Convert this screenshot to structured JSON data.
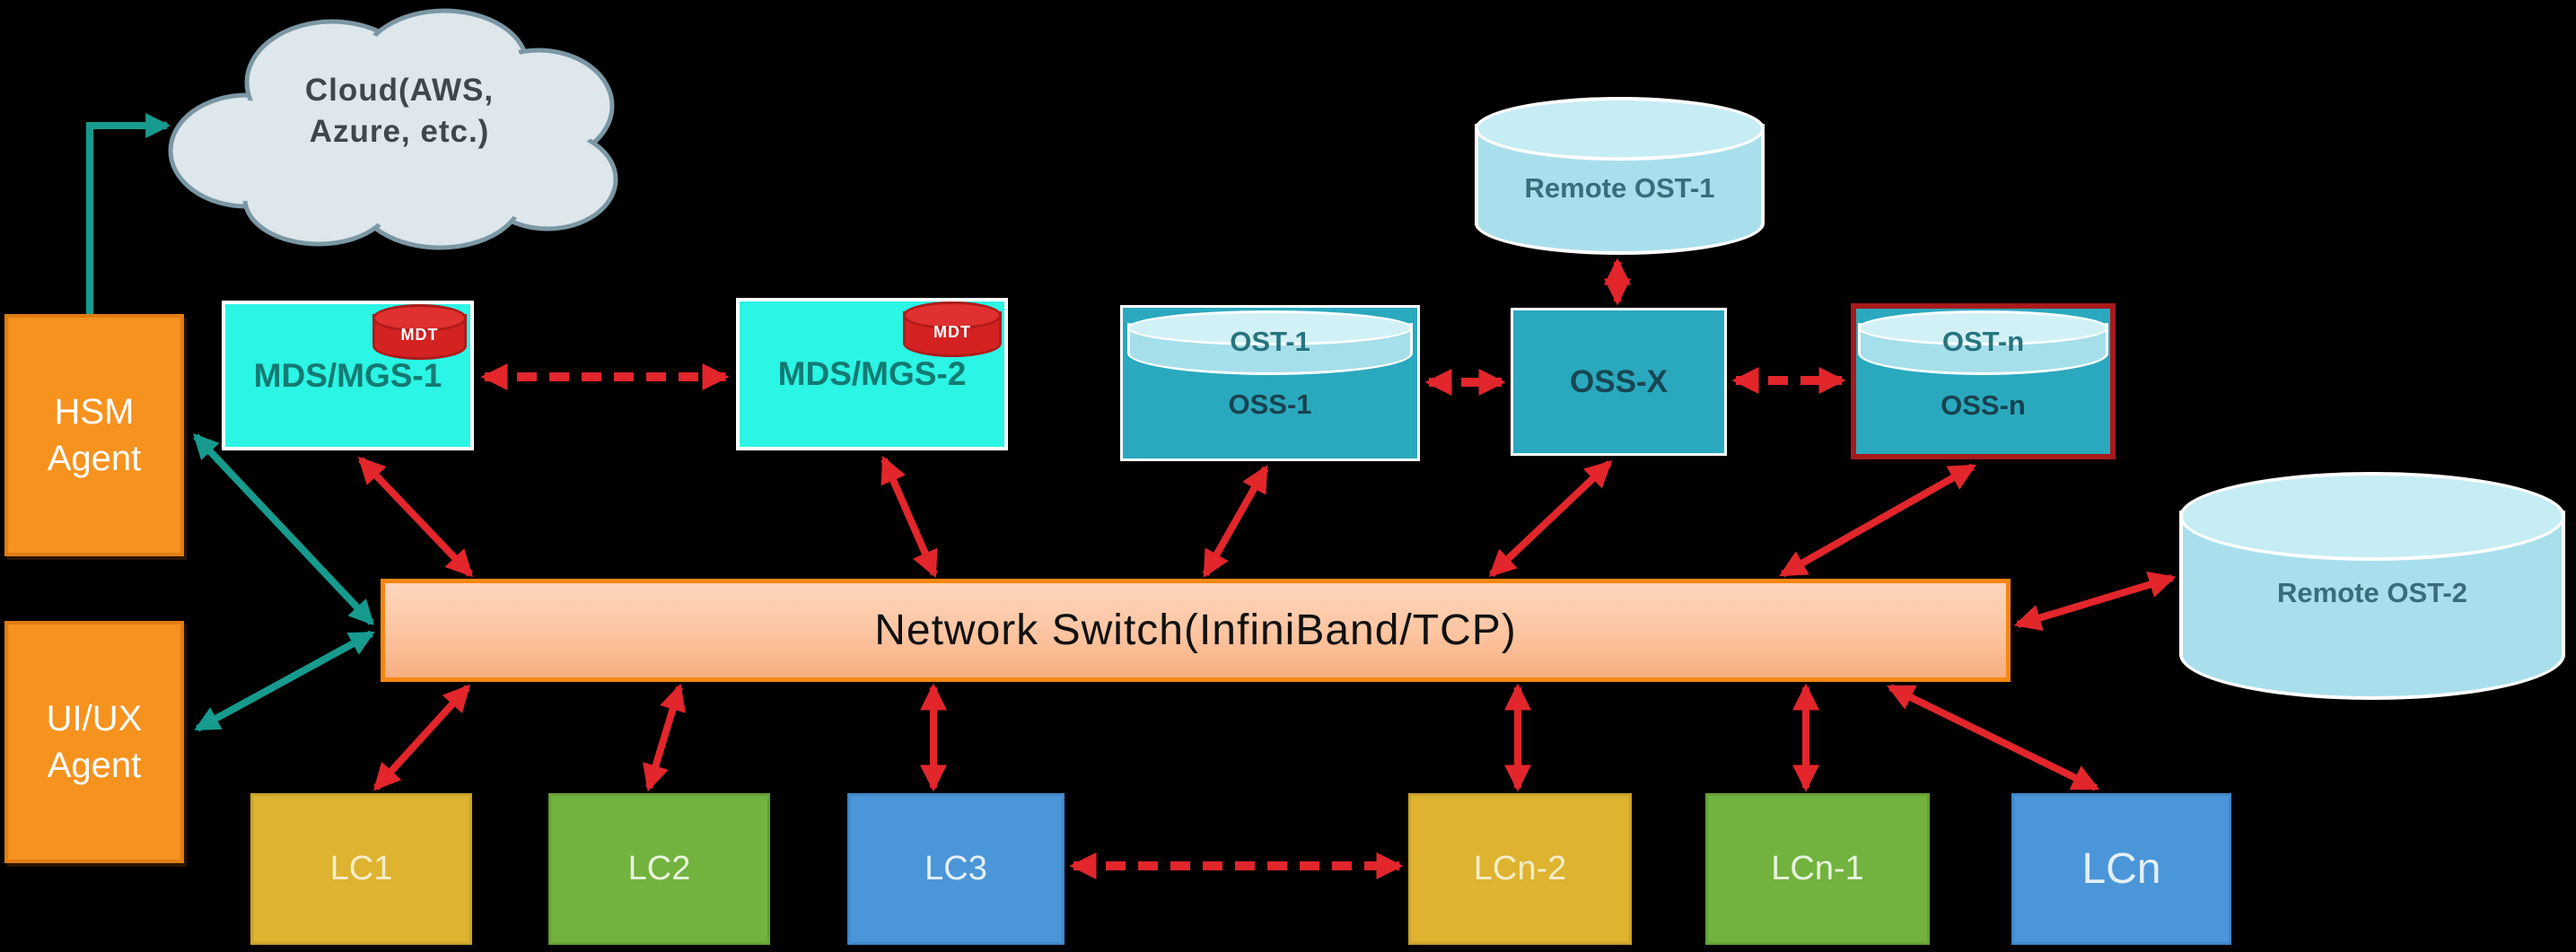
{
  "nodes": {
    "cloud": {
      "line1": "Cloud(AWS,",
      "line2": "Azure, etc.)"
    },
    "hsm_agent": {
      "line1": "HSM",
      "line2": "Agent"
    },
    "uiux_agent": {
      "line1": "UI/UX",
      "line2": "Agent"
    },
    "mds_mgs_1": {
      "label": "MDS/MGS-1",
      "disk_label": "MDT"
    },
    "mds_mgs_2": {
      "label": "MDS/MGS-2",
      "disk_label": "MDT"
    },
    "oss_1": {
      "ost_label": "OST-1",
      "oss_label": "OSS-1"
    },
    "oss_x": {
      "label": "OSS-X"
    },
    "oss_n": {
      "ost_label": "OST-n",
      "oss_label": "OSS-n"
    },
    "remote_ost_1": {
      "label": "Remote OST-1"
    },
    "remote_ost_2": {
      "label": "Remote OST-2"
    },
    "network_switch": {
      "label": "Network Switch(InfiniBand/TCP)"
    },
    "lc1": {
      "label": "LC1"
    },
    "lc2": {
      "label": "LC2"
    },
    "lc3": {
      "label": "LC3"
    },
    "lcn_2": {
      "label": "LCn-2"
    },
    "lcn_1": {
      "label": "LCn-1"
    },
    "lcn": {
      "label": "LCn"
    }
  },
  "colors": {
    "cyan_node": "#2bf5e4",
    "teal_node": "#2aa9be",
    "light_cylinder": "#a9dfec",
    "orange_agent": "#f6921e",
    "switch_border": "#f68712",
    "switch_fill_top": "#fdd6bc",
    "switch_fill_bottom": "#f8ae7e",
    "gold_node": "#ddb32f",
    "green_node": "#72b23e",
    "blue_node": "#4b96d8",
    "red_arrow": "#e2262b",
    "teal_arrow": "#169b8e",
    "mdt_red": "#d42222",
    "oss_n_border": "#a81a1a",
    "cloud_fill": "#dde7ec"
  },
  "connections": [
    {
      "from": "hsm_agent",
      "to": "cloud",
      "style": "solid",
      "color": "teal",
      "heads": "end"
    },
    {
      "from": "hsm_agent",
      "to": "network_switch",
      "style": "solid",
      "color": "teal",
      "heads": "both"
    },
    {
      "from": "uiux_agent",
      "to": "network_switch",
      "style": "solid",
      "color": "teal",
      "heads": "both"
    },
    {
      "from": "mds_mgs_1",
      "to": "mds_mgs_2",
      "style": "dashed",
      "color": "red",
      "heads": "both"
    },
    {
      "from": "oss_1",
      "to": "oss_x",
      "style": "dashed",
      "color": "red",
      "heads": "both"
    },
    {
      "from": "oss_x",
      "to": "oss_n",
      "style": "dashed",
      "color": "red",
      "heads": "both"
    },
    {
      "from": "lc3",
      "to": "lcn_2",
      "style": "dashed",
      "color": "red",
      "heads": "both"
    },
    {
      "from": "remote_ost_1",
      "to": "oss_x",
      "style": "solid",
      "color": "red",
      "heads": "both"
    },
    {
      "from": "mds_mgs_1",
      "to": "network_switch",
      "style": "solid",
      "color": "red",
      "heads": "both"
    },
    {
      "from": "mds_mgs_2",
      "to": "network_switch",
      "style": "solid",
      "color": "red",
      "heads": "both"
    },
    {
      "from": "oss_1",
      "to": "network_switch",
      "style": "solid",
      "color": "red",
      "heads": "both"
    },
    {
      "from": "oss_x",
      "to": "network_switch",
      "style": "solid",
      "color": "red",
      "heads": "both"
    },
    {
      "from": "oss_n",
      "to": "network_switch",
      "style": "solid",
      "color": "red",
      "heads": "both"
    },
    {
      "from": "network_switch",
      "to": "remote_ost_2",
      "style": "solid",
      "color": "red",
      "heads": "both"
    },
    {
      "from": "network_switch",
      "to": "lc1",
      "style": "solid",
      "color": "red",
      "heads": "both"
    },
    {
      "from": "network_switch",
      "to": "lc2",
      "style": "solid",
      "color": "red",
      "heads": "both"
    },
    {
      "from": "network_switch",
      "to": "lc3",
      "style": "solid",
      "color": "red",
      "heads": "both"
    },
    {
      "from": "network_switch",
      "to": "lcn_2",
      "style": "solid",
      "color": "red",
      "heads": "both"
    },
    {
      "from": "network_switch",
      "to": "lcn_1",
      "style": "solid",
      "color": "red",
      "heads": "both"
    },
    {
      "from": "network_switch",
      "to": "lcn",
      "style": "solid",
      "color": "red",
      "heads": "both"
    }
  ]
}
